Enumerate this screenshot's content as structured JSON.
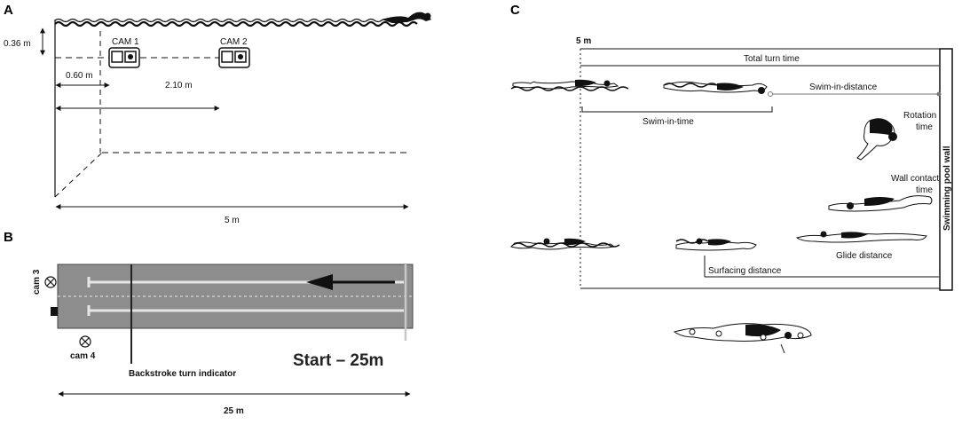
{
  "panels": {
    "a": {
      "label": "A",
      "depth": "0.36 m",
      "cam1": "CAM 1",
      "cam2": "CAM 2",
      "dist1": "0.60 m",
      "dist2": "2.10 m",
      "width": "5 m"
    },
    "b": {
      "label": "B",
      "cam3": "cam 3",
      "cam4": "cam 4",
      "indicator": "Backstroke turn indicator",
      "start": "Start – 25m",
      "length": "25 m"
    },
    "c": {
      "label": "C",
      "five_m": "5 m",
      "total_turn_time": "Total turn time",
      "swim_in_distance": "Swim-in-distance",
      "swim_in_time": "Swim-in-time",
      "rotation_time_1": "Rotation",
      "rotation_time_2": "time",
      "wall_contact_1": "Wall contact",
      "wall_contact_2": "time",
      "glide_distance": "Glide distance",
      "surfacing_distance": "Surfacing distance",
      "wall": "Swimming pool wall"
    }
  },
  "icons": [
    "swimmer-icon",
    "camera-icon",
    "camera-position-icon",
    "arrow-left-icon"
  ],
  "colors": {
    "pool": "#8d8d8d",
    "lane_line": "#e6e6e6",
    "water": "#111111"
  }
}
